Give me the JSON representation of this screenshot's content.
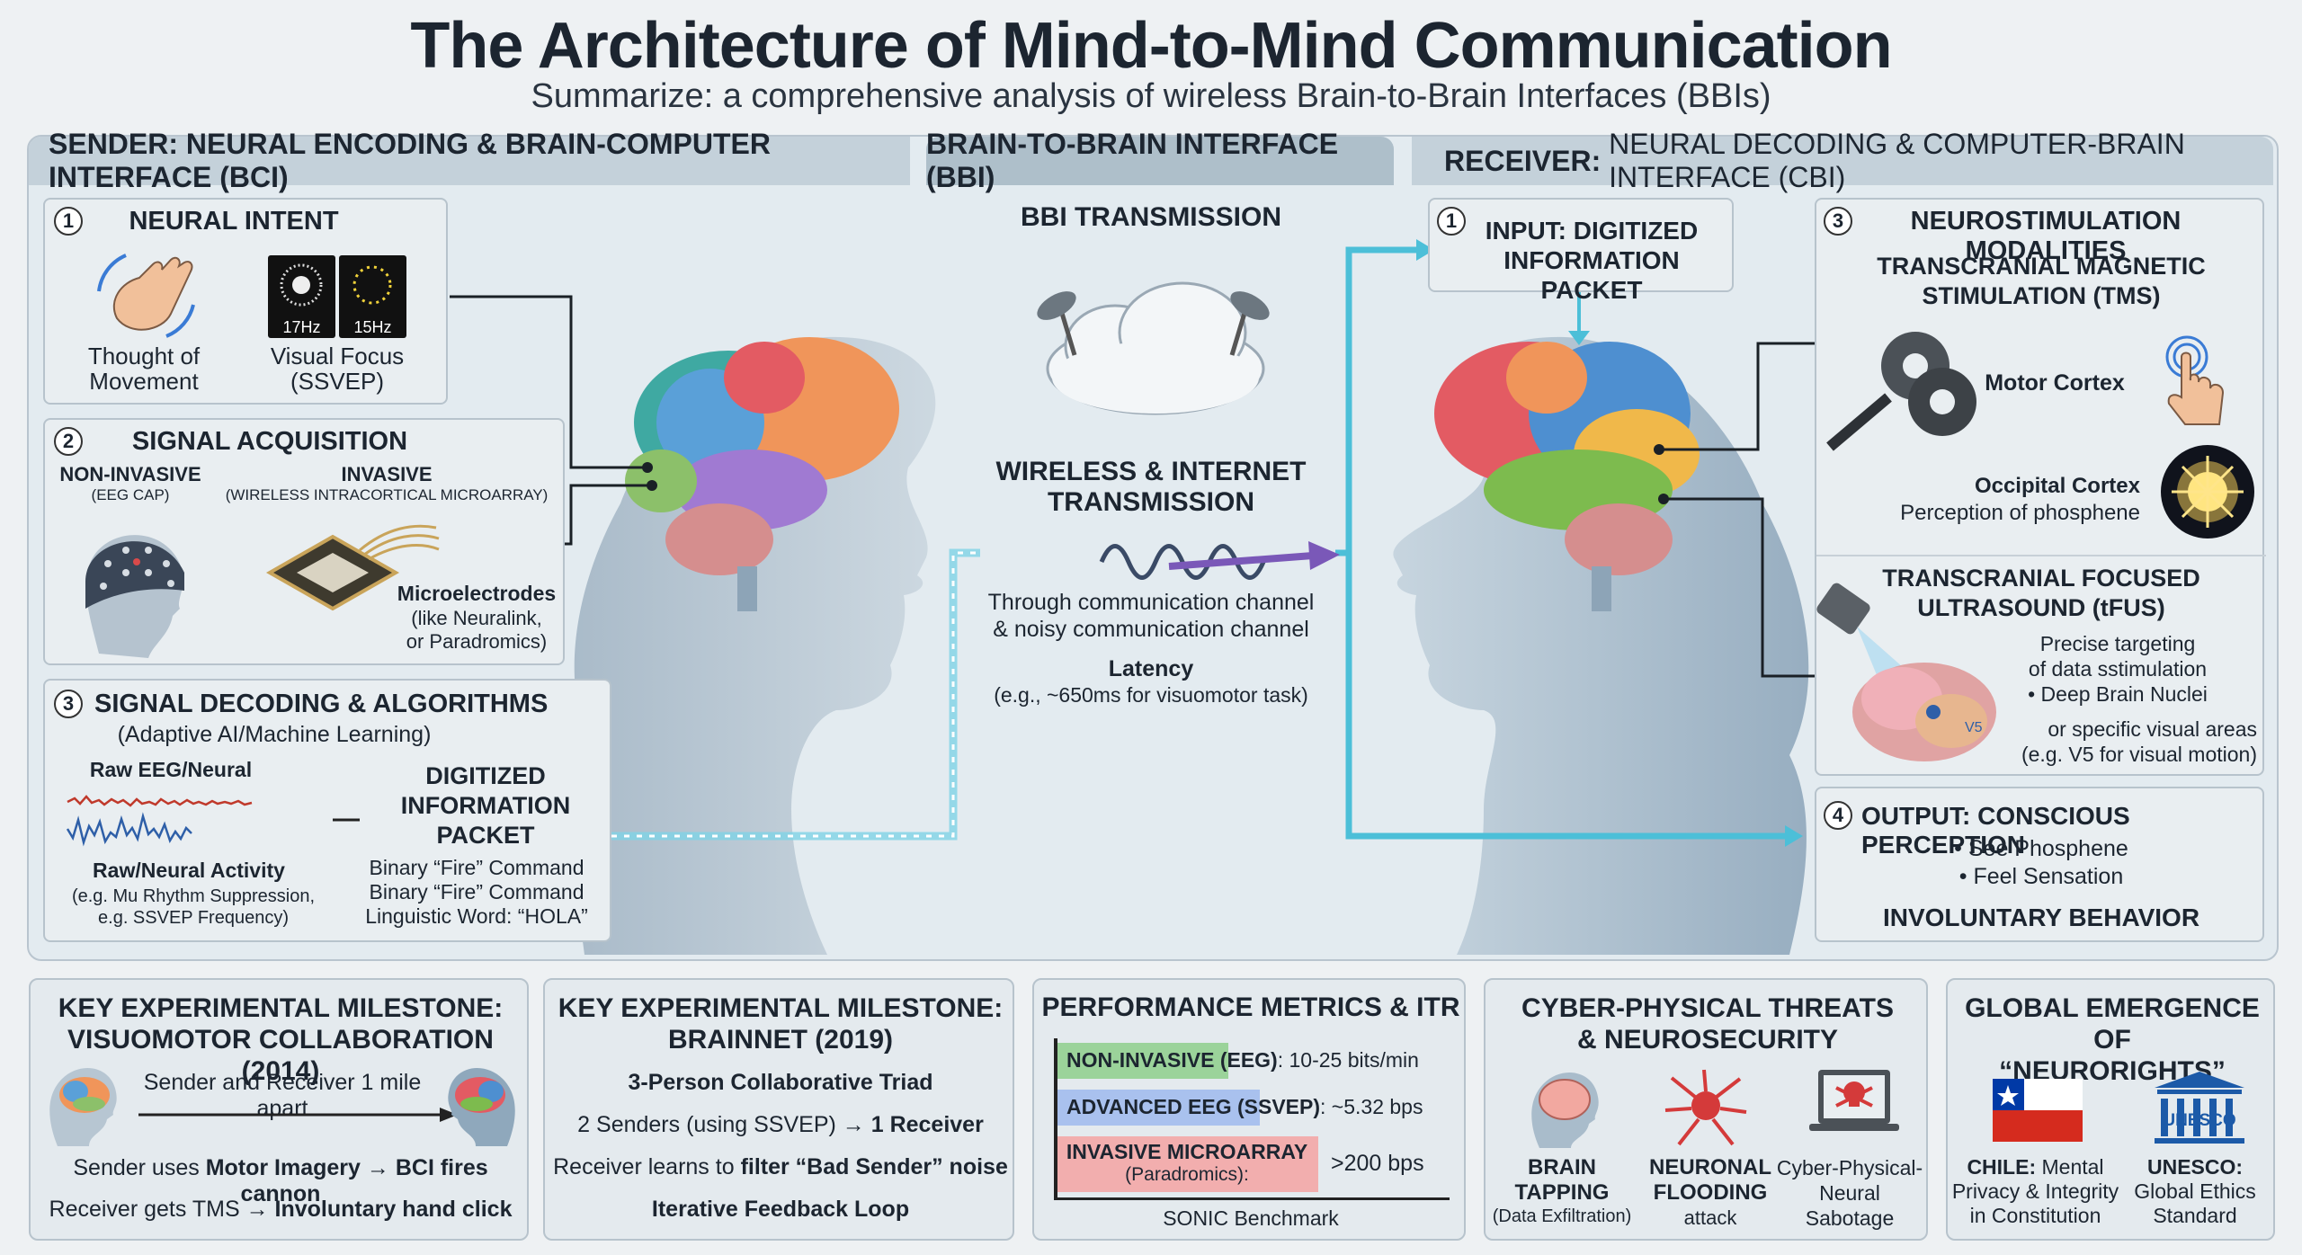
{
  "title": "The Architecture of Mind-to-Mind Communication",
  "subtitle": "Summarize: a comprehensive analysis of wireless Brain-to-Brain Interfaces (BBIs)",
  "headers": {
    "sender": "SENDER: NEURAL ENCODING & BRAIN-COMPUTER INTERFACE (BCI)",
    "bbi": "BRAIN-TO-BRAIN INTERFACE (BBI)",
    "receiver_bold": "RECEIVER:",
    "receiver_rest": "NEURAL DECODING & COMPUTER-BRAIN INTERFACE (CBI)"
  },
  "sender": {
    "intent": {
      "num": "1",
      "title": "NEURAL INTENT",
      "thought": "Thought of\nMovement",
      "hz1": "17Hz",
      "hz2": "15Hz",
      "visual": "Visual Focus\n(SSVEP)"
    },
    "acquisition": {
      "num": "2",
      "title": "SIGNAL ACQUISITION",
      "noninv": "NON-INVASIVE",
      "noninv_sub": "(EEG CAP)",
      "inv": "INVASIVE",
      "inv_sub": "(WIRELESS INTRACORTICAL MICROARRAY)",
      "micro": "Microelectrodes",
      "micro_sub": "(like Neuralink,\nor Paradromics)"
    },
    "decoding": {
      "num": "3",
      "title": "SIGNAL DECODING & ALGORITHMS",
      "sub": "(Adaptive AI/Machine Learning)",
      "raw": "Raw EEG/Neural",
      "activity": "Raw/Neural Activity",
      "activity_sub": "(e.g. Mu Rhythm Suppression,\ne.g. SSVEP Frequency)",
      "packet": "DIGITIZED\nINFORMATION\nPACKET",
      "packet_sub": "Binary “Fire” Command\nBinary “Fire” Command\nLinguistic Word: “HOLA”"
    }
  },
  "bbi": {
    "title": "BBI TRANSMISSION",
    "wireless": "WIRELESS & INTERNET\nTRANSMISSION",
    "channel": "Through communication channel\n& noisy communication channel",
    "latency": "Latency",
    "latency_sub": "(e.g., ~650ms for visuomotor task)"
  },
  "receiver": {
    "input": {
      "num": "1",
      "title": "INPUT: DIGITIZED\nINFORMATION PACKET"
    },
    "neuro": {
      "num": "3",
      "title": "NEUROSTIMULATION MODALITIES",
      "tms": "TRANSCRANIAL MAGNETIC\nSTIMULATION (TMS)",
      "motor": "Motor Cortex",
      "occipital": "Occipital Cortex",
      "phosphene": "Perception of phosphene",
      "tfus": "TRANSCRANIAL FOCUSED\nULTRASOUND (tFUS)",
      "targeting": "Precise targeting\nof data sstimulation\n• Deep Brain Nuclei",
      "visual_areas": "or specific visual areas\n(e.g. V5 for visual motion)",
      "v5": "V5"
    },
    "output": {
      "num": "4",
      "title": "OUTPUT: CONSCIOUS PERCEPTION",
      "items": "• See Phosphene\n• Feel Sensation",
      "behavior": "INVOLUNTARY BEHAVIOR"
    }
  },
  "bottom": {
    "m2014": {
      "title": "KEY EXPERIMENTAL MILESTONE:\nVISUOMOTOR COLLABORATION (2014)",
      "apart": "Sender and Receiver 1 mile apart",
      "l1a": "Sender uses ",
      "l1b": "Motor Imagery → BCI fires cannon",
      "l2a": "Receiver gets TMS → ",
      "l2b": "Involuntary hand click"
    },
    "m2019": {
      "title": "KEY EXPERIMENTAL MILESTONE:\nBRAINNET (2019)",
      "triad": "3-Person Collaborative Triad",
      "senders_a": "2 Senders (using SSVEP) → ",
      "senders_b": "1 Receiver",
      "learns_a": "Receiver learns to ",
      "learns_b": "filter “Bad Sender” noise",
      "loop": "Iterative Feedback Loop"
    },
    "metrics": {
      "title": "PERFORMANCE METRICS & ITR",
      "r1a": "NON-INVASIVE (EEG)",
      "r1b": ": 10-25 bits/min",
      "r2a": "ADVANCED EEG (SSVEP)",
      "r2b": ": ~5.32 bps",
      "r3a": "INVASIVE MICROARRAY",
      "r3sub": "(Paradromics):",
      "r3b": ">200 bps",
      "bench": "SONIC Benchmark",
      "c1": "#9bd39a",
      "c2": "#a9c1ee",
      "c3": "#f2aeae"
    },
    "threats": {
      "title": "CYBER-PHYSICAL THREATS\n& NEUROSECURITY",
      "t1": "BRAIN\nTAPPING",
      "t1sub": "(Data Exfiltration)",
      "t2": "NEURONAL\nFLOODING",
      "t2sub": "attack",
      "t3": "Cyber-Physical-\nNeural\nSabotage"
    },
    "rights": {
      "title": "GLOBAL EMERGENCE OF\n“NEURORIGHTS”",
      "chile_a": "CHILE:",
      "chile_b": " Mental\nPrivacy & Integrity\nin Constitution",
      "unesco_a": "UNESCO:",
      "unesco_b": "\nGlobal Ethics\nStandard",
      "unesco_logo": "UNESCO"
    }
  }
}
